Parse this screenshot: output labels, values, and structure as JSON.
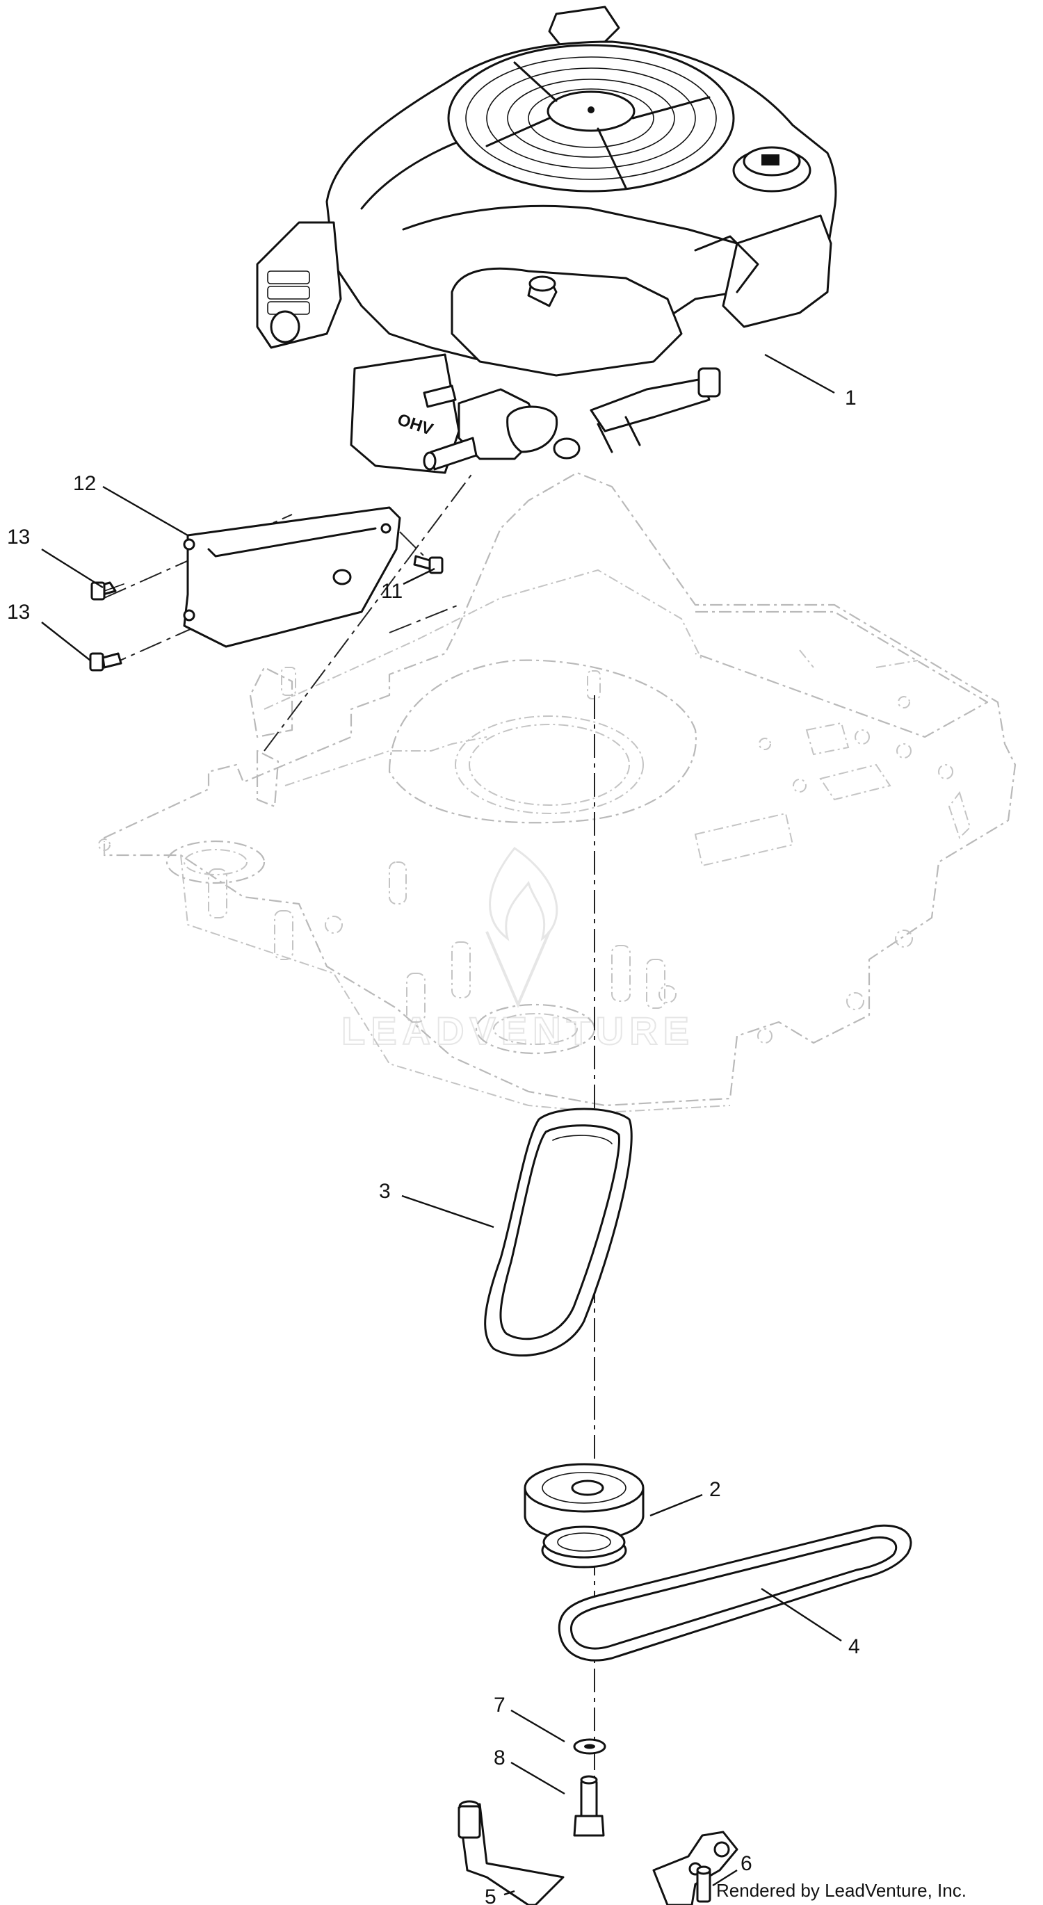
{
  "callouts": [
    {
      "id": "1",
      "label": "1"
    },
    {
      "id": "2",
      "label": "2"
    },
    {
      "id": "3",
      "label": "3"
    },
    {
      "id": "4",
      "label": "4"
    },
    {
      "id": "5",
      "label": "5"
    },
    {
      "id": "6",
      "label": "6"
    },
    {
      "id": "7",
      "label": "7"
    },
    {
      "id": "8",
      "label": "8"
    },
    {
      "id": "11",
      "label": "11"
    },
    {
      "id": "12",
      "label": "12"
    },
    {
      "id": "13a",
      "label": "13"
    },
    {
      "id": "13b",
      "label": "13"
    }
  ],
  "engine": {
    "badge": "OHV"
  },
  "watermark": "LEADVENTURE",
  "footer": "Rendered by LeadVenture, Inc."
}
